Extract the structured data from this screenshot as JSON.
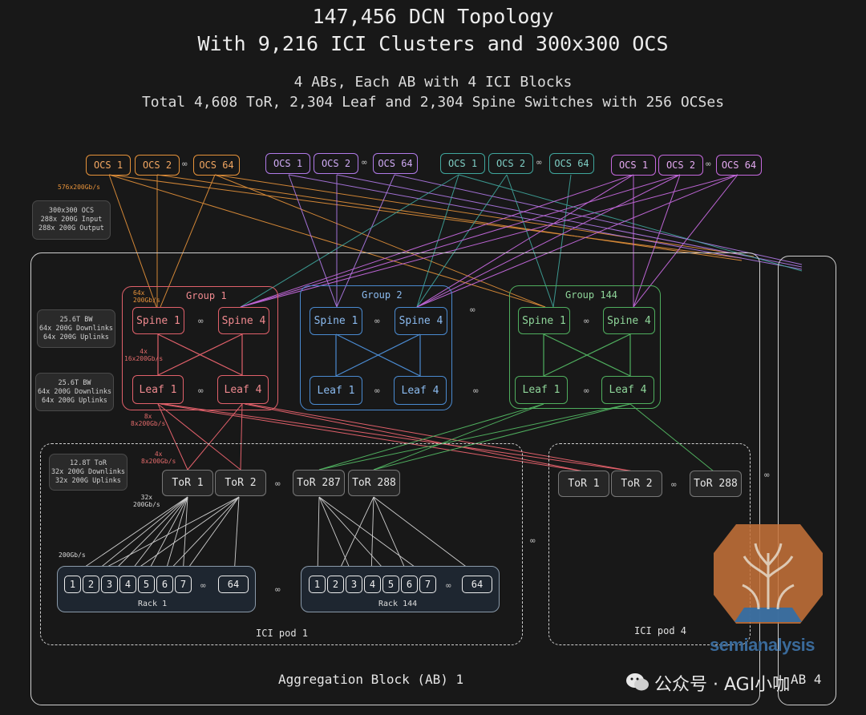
{
  "title_line1": "147,456 DCN Topology",
  "title_line2": "With 9,216 ICI Clusters and 300x300 OCS",
  "subtitle_line1": "4 ABs, Each AB with 4 ICI Blocks",
  "subtitle_line2": "Total 4,608 ToR, 2,304 Leaf and 2,304 Spine Switches with 256 OCSes",
  "ocs_sets": [
    {
      "a": "OCS 1",
      "b": "OCS 2",
      "c": "OCS 64"
    },
    {
      "a": "OCS 1",
      "b": "OCS 2",
      "c": "OCS 64"
    },
    {
      "a": "OCS 1",
      "b": "OCS 2",
      "c": "OCS 64"
    },
    {
      "a": "OCS 1",
      "b": "OCS 2",
      "c": "OCS 64"
    }
  ],
  "ellipsis": "∞",
  "ocs_link_label": "576x200Gb/s",
  "notes": {
    "ocs": [
      "300x300 OCS",
      "288x 200G Input",
      "288x 200G Output"
    ],
    "spine": [
      "25.6T BW",
      "64x 200G Downlinks",
      "64x 200G Uplinks"
    ],
    "leaf": [
      "25.6T BW",
      "64x 200G Downlinks",
      "64x 200G Uplinks"
    ],
    "tor": [
      "12.8T ToR",
      "32x 200G Downlinks",
      "32x 200G Uplinks"
    ]
  },
  "link_labels": {
    "spine_up": [
      "64x",
      "200Gb/s"
    ],
    "leaf_spine": [
      "4x",
      "16x200Gb/s"
    ],
    "tor_leaf": [
      "8x",
      "8x200Gb/s"
    ],
    "tor_leaf2": [
      "4x",
      "8x200Gb/s"
    ],
    "tor_down": [
      "32x",
      "200Gb/s"
    ],
    "chip": "200Gb/s"
  },
  "groups": [
    {
      "title": "Group 1",
      "spine_a": "Spine 1",
      "spine_b": "Spine 4",
      "leaf_a": "Leaf 1",
      "leaf_b": "Leaf 4"
    },
    {
      "title": "Group 2",
      "spine_a": "Spine 1",
      "spine_b": "Spine 4",
      "leaf_a": "Leaf 1",
      "leaf_b": "Leaf 4"
    },
    {
      "title": "Group 144",
      "spine_a": "Spine 1",
      "spine_b": "Spine 4",
      "leaf_a": "Leaf 1",
      "leaf_b": "Leaf 4"
    }
  ],
  "pod1_tors": [
    "ToR 1",
    "ToR 2",
    "ToR 287",
    "ToR 288"
  ],
  "pod4_tors": [
    "ToR 1",
    "ToR 2",
    "ToR 288"
  ],
  "chips": [
    "1",
    "2",
    "3",
    "4",
    "5",
    "6",
    "7",
    "64"
  ],
  "racks": [
    "Rack 1",
    "Rack 144"
  ],
  "pods": [
    "ICI pod 1",
    "ICI pod 4"
  ],
  "ab_label": "Aggregation Block (AB) 1",
  "ab4_label": "AB 4",
  "logo": "semianalysis",
  "watermark": "公众号 · AGI小咖",
  "colors": {
    "orange": "#e6923a",
    "purple": "#b07ae8",
    "teal": "#3fa59c",
    "magenta": "#c569de",
    "red": "#e0606a",
    "blue": "#4a8ad0",
    "green": "#4fae5e"
  }
}
